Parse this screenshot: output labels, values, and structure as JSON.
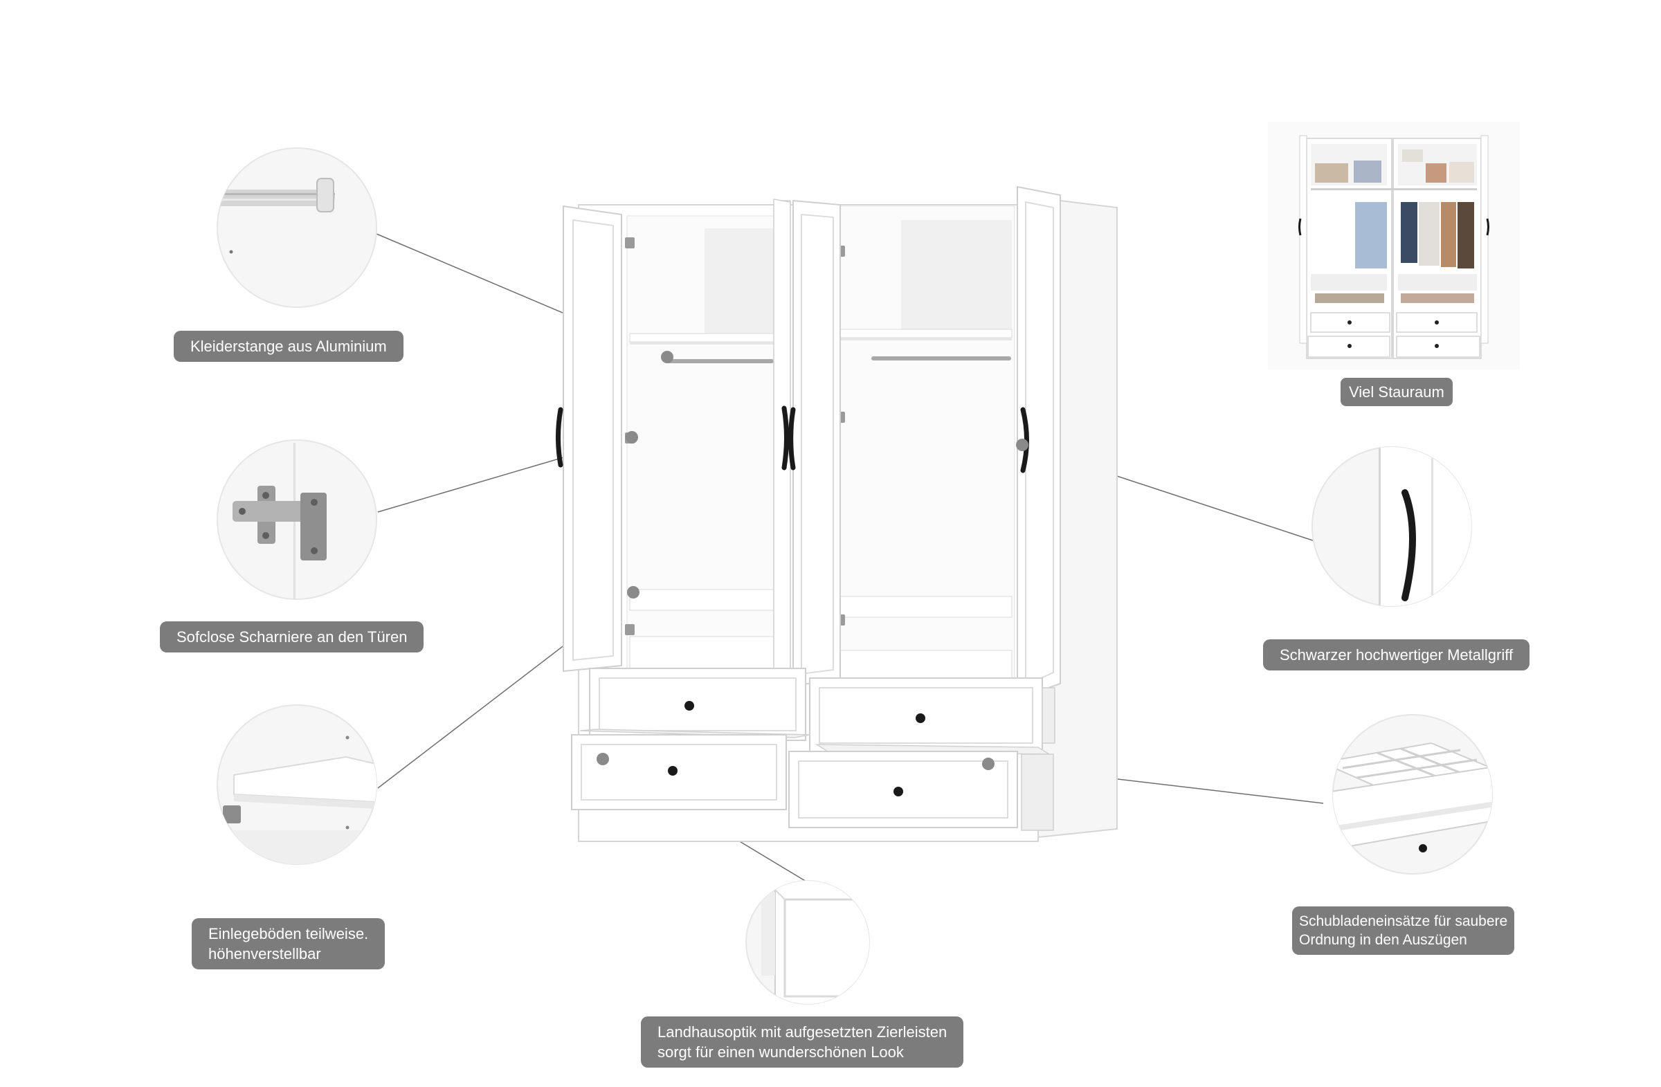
{
  "labels": {
    "rod": "Kleiderstange aus Aluminium",
    "hinge": "Sofclose Scharniere an den Türen",
    "shelf_line1": "Einlegeböden teilweise.",
    "shelf_line2": "höhenverstellbar",
    "look_line1": "Landhausoptik mit aufgesetzten Zierleisten",
    "look_line2": "sorgt für einen wunderschönen Look",
    "storage": "Viel Stauraum",
    "handle": "Schwarzer hochwertiger Metallgriff",
    "insert_line1": "Schubladeneinsätze für saubere",
    "insert_line2": "Ordnung in den Auszügen"
  },
  "colors": {
    "label_bg": "#7c7c7c",
    "label_text": "#ffffff",
    "furniture": "#ffffff",
    "furniture_edge": "#d5d5d5",
    "handle": "#1a1a1a",
    "leader_line": "#6e6e6e",
    "marker_dot": "#8a8a8a"
  },
  "icons": [
    "hanging-rail-icon",
    "hinge-icon",
    "shelf-icon",
    "molding-icon",
    "handle-icon",
    "drawer-insert-icon"
  ]
}
